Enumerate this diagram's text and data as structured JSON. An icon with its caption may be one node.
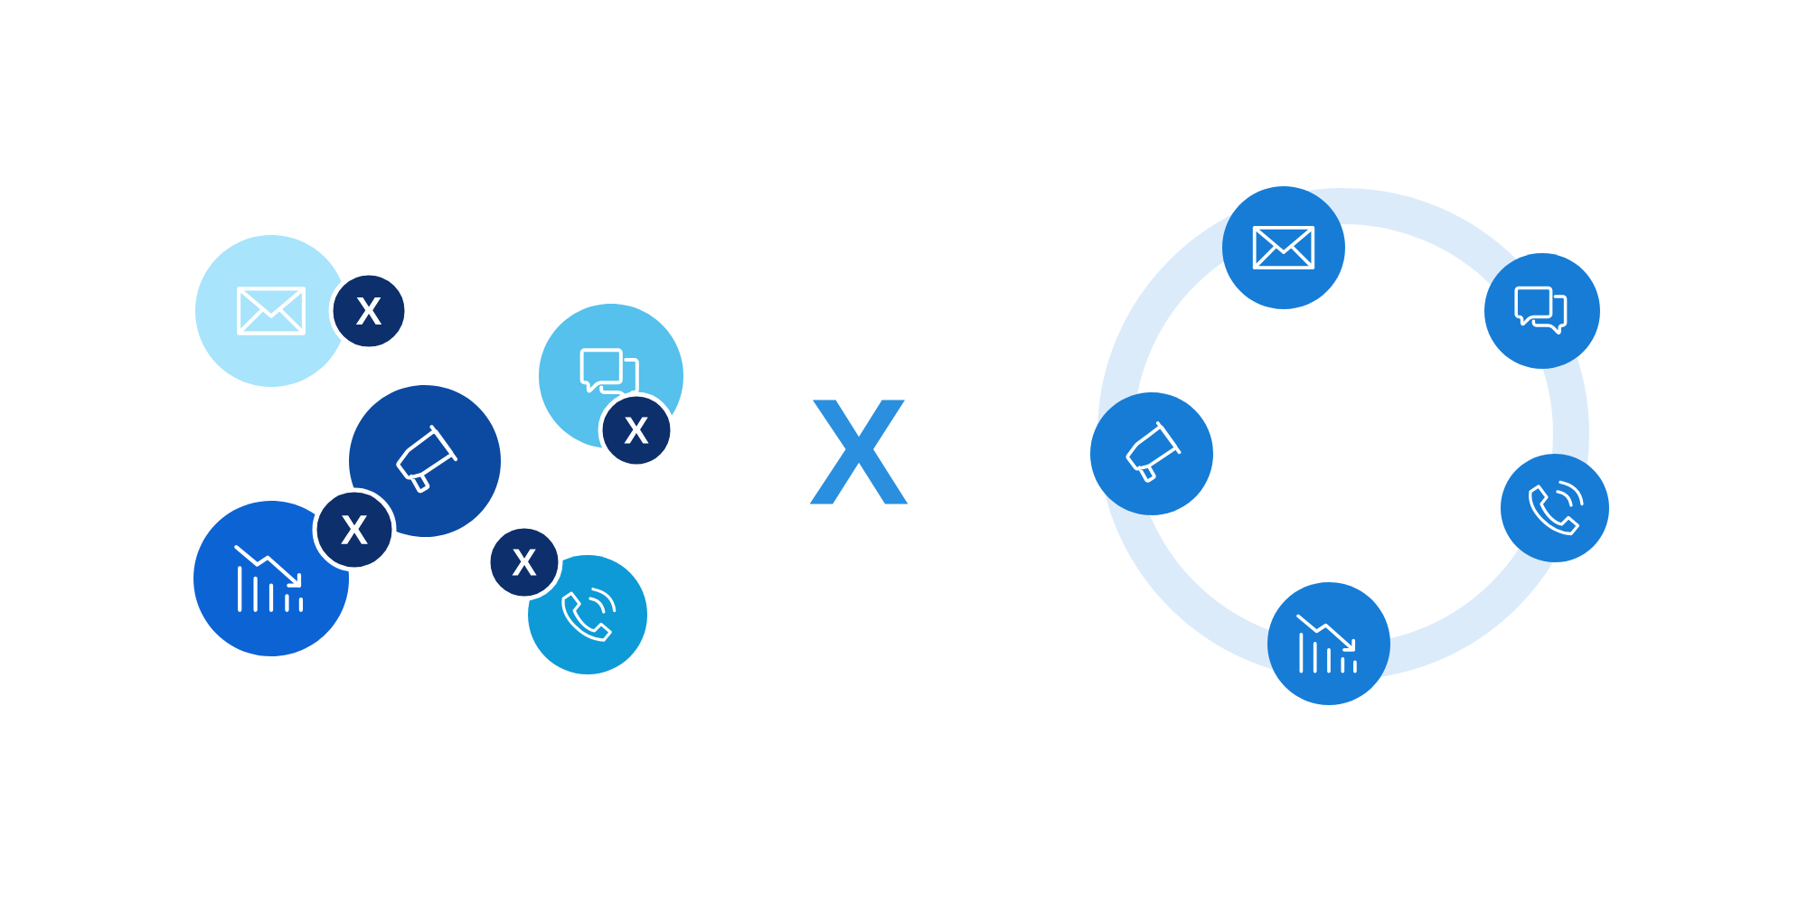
{
  "diagram": {
    "nodes": [
      {
        "text": [],
        "shape": "circle"
      },
      {
        "text": [
          "X"
        ]
      },
      {
        "text": [],
        "shape": "circle"
      },
      {
        "text": [
          "X"
        ]
      },
      {
        "text": [],
        "shape": "circle"
      },
      {
        "text": [],
        "shape": "circle"
      },
      {
        "text": [
          "X"
        ]
      },
      {
        "text": [
          "X"
        ]
      },
      {
        "text": [],
        "shape": "circle"
      },
      {
        "text": [],
        "shape": "circle"
      },
      {
        "text": [],
        "shape": "circle"
      },
      {
        "text": [],
        "shape": "circle"
      },
      {
        "text": [],
        "shape": "circle"
      },
      {
        "text": [],
        "shape": "circle"
      }
    ],
    "labels": [
      "X"
    ]
  }
}
